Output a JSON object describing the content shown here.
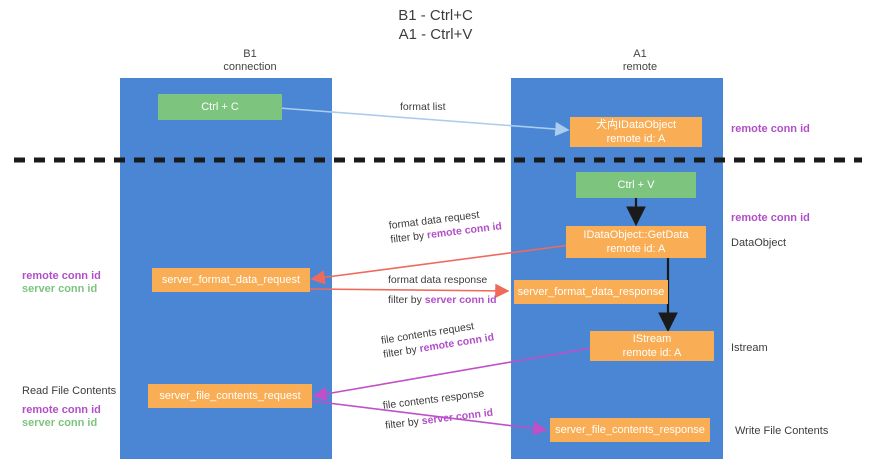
{
  "title": {
    "line1": "B1 - Ctrl+C",
    "line2": "A1 - Ctrl+V"
  },
  "columns": {
    "left": {
      "name": "B1",
      "role": "connection"
    },
    "right": {
      "name": "A1",
      "role": "remote"
    }
  },
  "colors": {
    "lane": "#4a86d4",
    "green_box": "#7dc47f",
    "orange_box": "#f9ad54",
    "purple_text": "#b24fc8",
    "green_text": "#7dc47f",
    "arrow_blue": "#a8cdee",
    "arrow_black": "#1a1a1a",
    "arrow_red": "#f06a5c",
    "arrow_magenta": "#c04fc8",
    "divider": "#1a1a1a"
  },
  "boxes": {
    "ctrl_c": {
      "label": "Ctrl + C",
      "style": "green"
    },
    "idataobject": {
      "line1": "⽝⽱IDataObject",
      "line2": "remote id: A",
      "style": "orange"
    },
    "ctrl_v": {
      "label": "Ctrl + V",
      "style": "green"
    },
    "getdata": {
      "line1": "IDataObject::GetData",
      "line2": "remote id: A",
      "style": "orange"
    },
    "server_format_data_request": {
      "label": "server_format_data_request",
      "style": "orange"
    },
    "server_format_data_response": {
      "label": "server_format_data_response",
      "style": "orange"
    },
    "istream": {
      "line1": "IStream",
      "line2": "remote id: A",
      "style": "orange"
    },
    "server_file_contents_request": {
      "label": "server_file_contents_request",
      "style": "orange"
    },
    "server_file_contents_response": {
      "label": "server_file_contents_response",
      "style": "orange"
    }
  },
  "edges": {
    "format_list": {
      "label": "format list"
    },
    "format_data_request": {
      "line1": "format data request",
      "prefix": "filter by ",
      "key": "remote conn id"
    },
    "format_data_response": {
      "line1": "format data response",
      "prefix": "filter by ",
      "key": "server conn id"
    },
    "file_contents_request": {
      "line1": "file contents request",
      "prefix": "filter by ",
      "key": "remote conn id"
    },
    "file_contents_response": {
      "line1": "file contents response",
      "prefix": "filter by ",
      "key": "server conn id"
    }
  },
  "annotations": {
    "right_remote_conn_id_top": "remote conn id",
    "right_remote_conn_id_mid": "remote conn id",
    "right_dataobject": "DataObject",
    "right_istream": "Istream",
    "right_write_file_contents": "Write File Contents",
    "left_read_file_contents": "Read File Contents",
    "left_remote_conn_id_1": "remote conn id",
    "left_server_conn_id_1": "server conn id",
    "left_remote_conn_id_2": "remote conn id",
    "left_server_conn_id_2": "server conn id"
  }
}
